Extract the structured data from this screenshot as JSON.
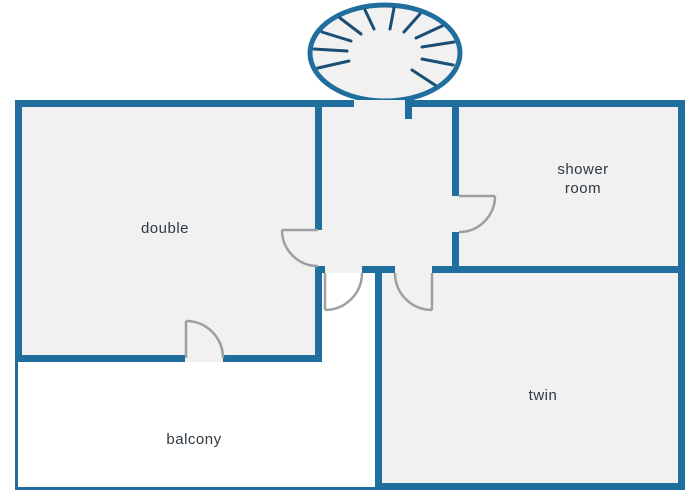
{
  "colors": {
    "wall": "#206e9e",
    "room_fill": "#f1f1f1",
    "stair_tread": "#1a4e74",
    "door": "#9aa0a3",
    "label_text": "#2e3942",
    "background": "#ffffff"
  },
  "rooms": [
    {
      "id": "double",
      "label": "double"
    },
    {
      "id": "shower-room",
      "label": "shower room"
    },
    {
      "id": "twin",
      "label": "twin"
    },
    {
      "id": "balcony",
      "label": "balcony"
    }
  ],
  "features": {
    "staircase": "spiral-staircase",
    "door_count": 5
  }
}
